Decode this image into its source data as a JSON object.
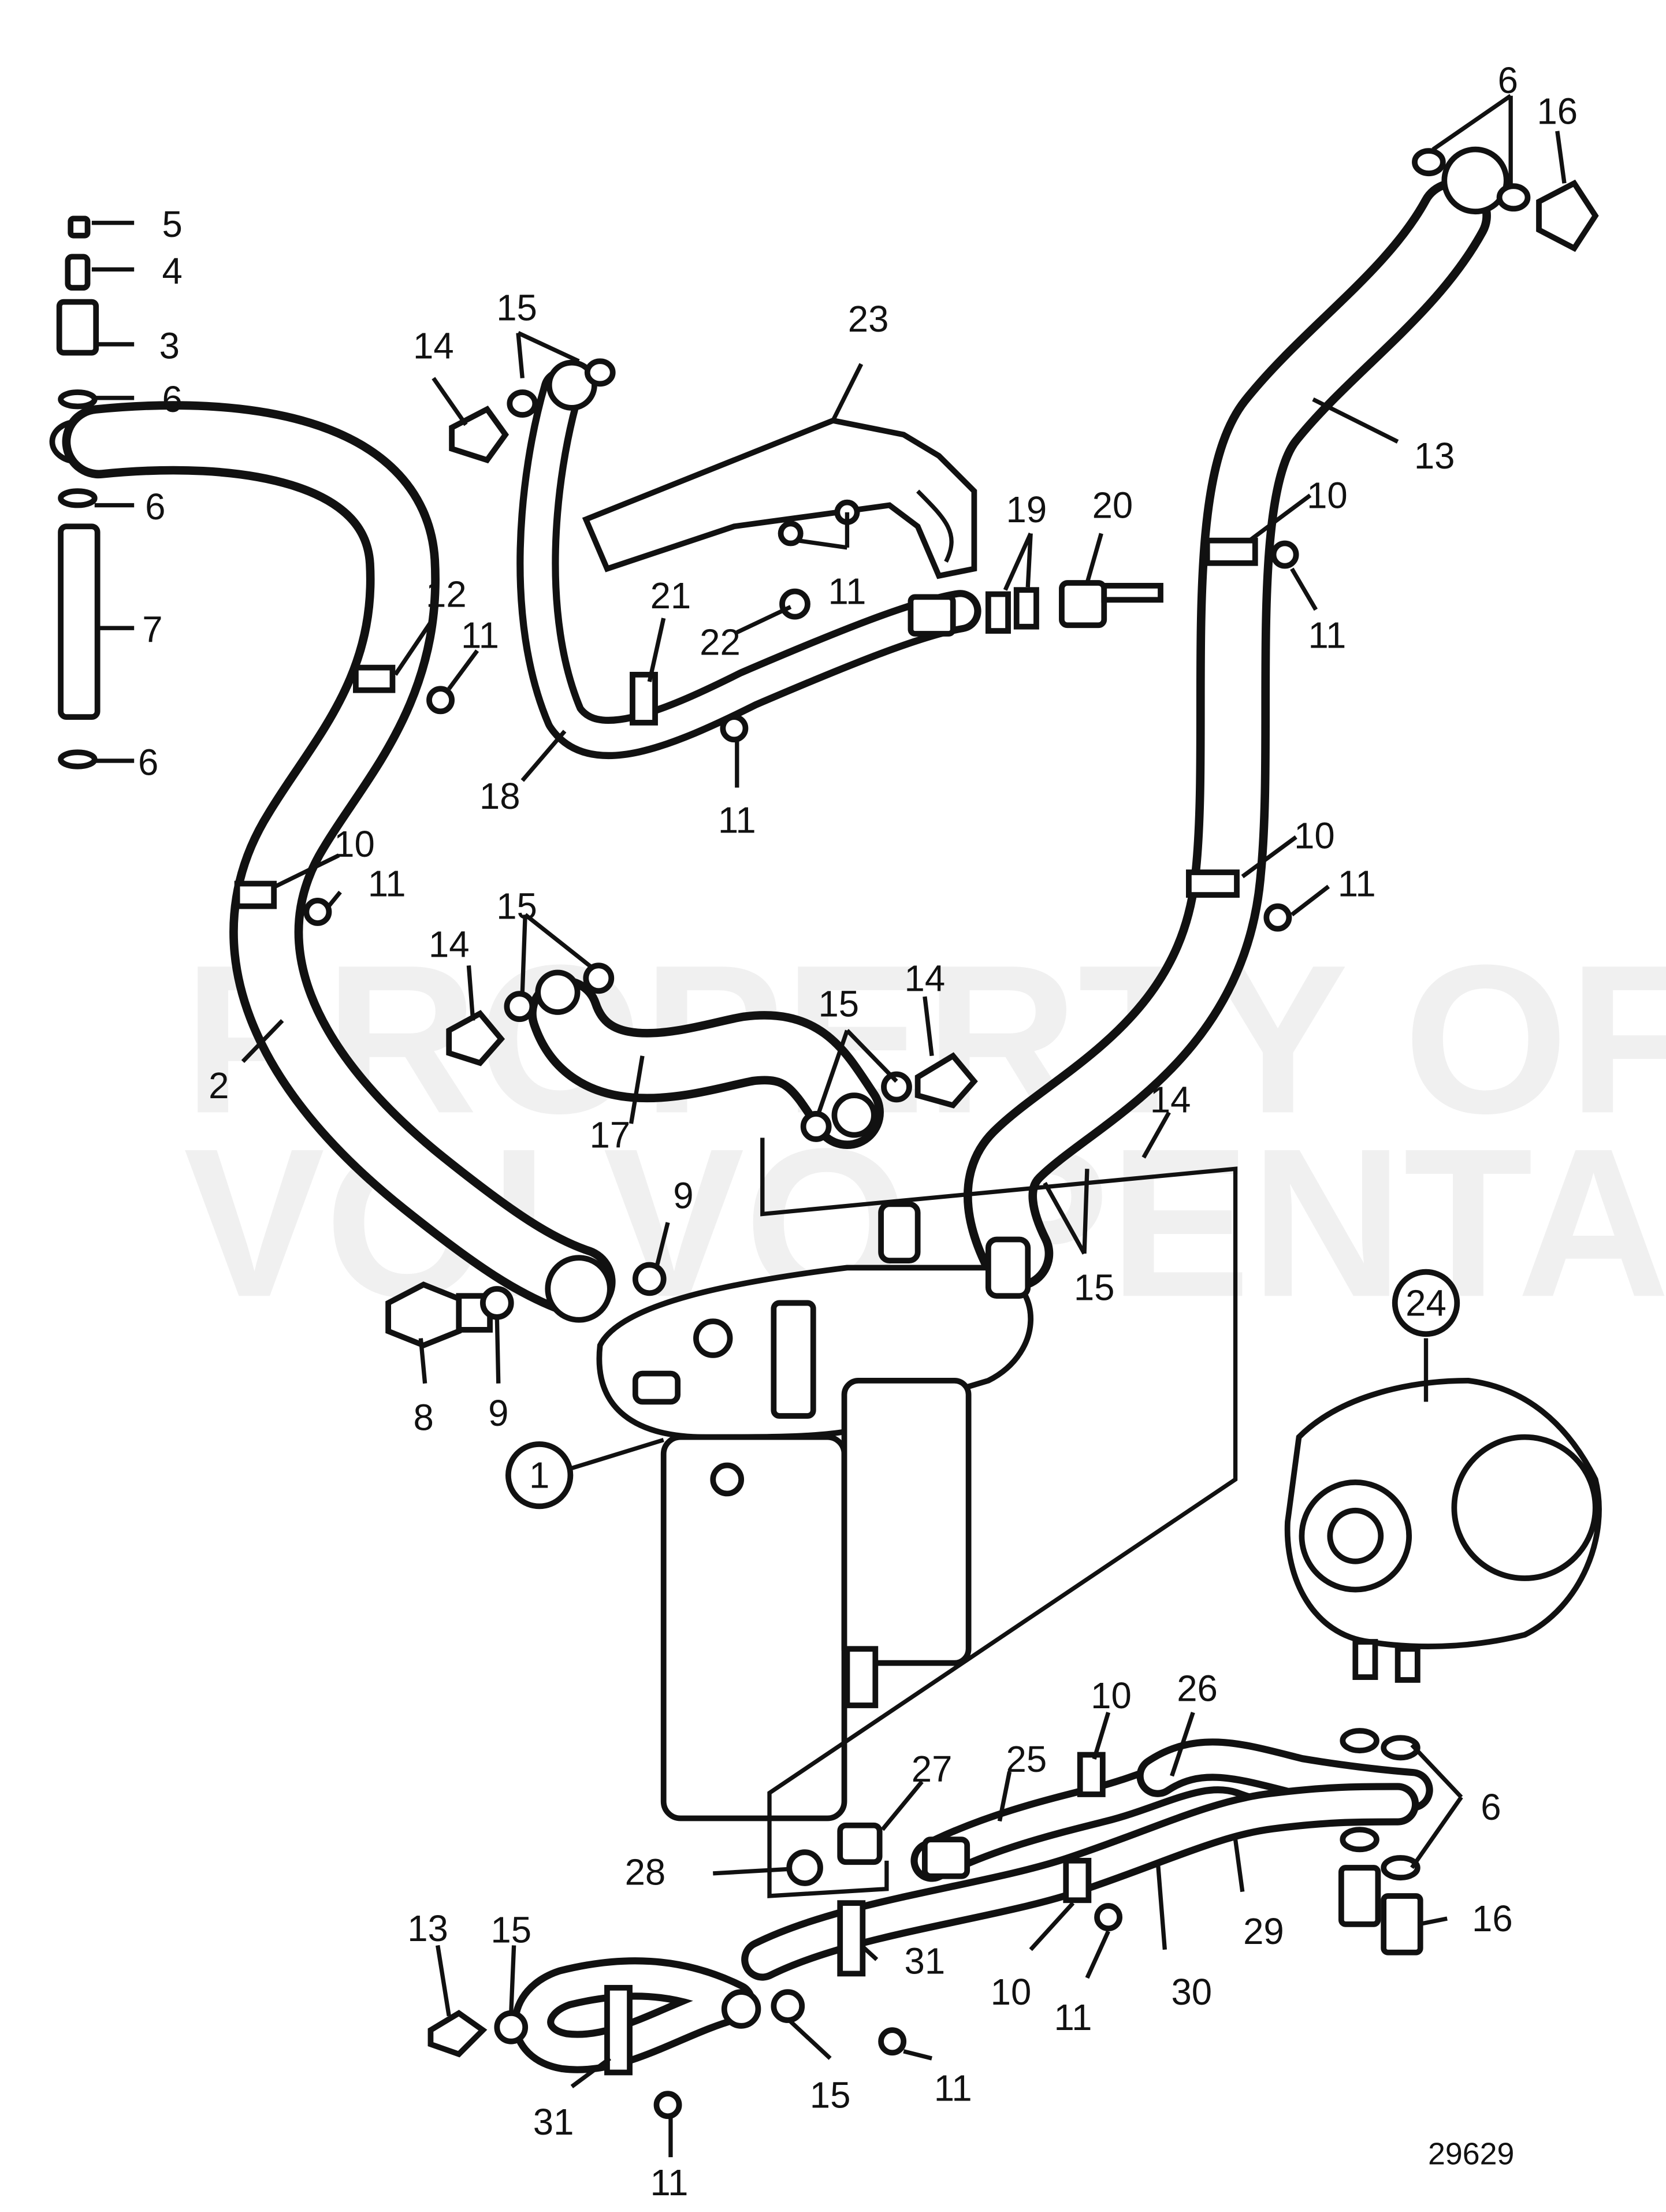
{
  "diagram": {
    "drawing_number": "29629",
    "watermark": [
      "PROPERTY OF",
      "VOLVO PENTA"
    ],
    "callouts": {
      "c5": "5",
      "c4": "4",
      "c3": "3",
      "c6a": "6",
      "c6b": "6",
      "c7": "7",
      "c6c": "6",
      "c15a": "15",
      "c14a": "14",
      "c23": "23",
      "c12": "12",
      "c11a": "11",
      "c21": "21",
      "c11b": "11",
      "c22": "22",
      "c19": "19",
      "c20": "20",
      "c18": "18",
      "c11c": "11",
      "c10a": "10",
      "c11d": "11",
      "c6d": "6",
      "c16a": "16",
      "c13a": "13",
      "c10b": "10",
      "c11e": "11",
      "c10c": "10",
      "c11f": "11",
      "c15b": "15",
      "c14b": "14",
      "c2": "2",
      "c15c": "15",
      "c14c": "14",
      "c17": "17",
      "c14d": "14",
      "c9a": "9",
      "c15d": "15",
      "c8": "8",
      "c9b": "9",
      "c24": "24",
      "c1": "1",
      "c10d": "10",
      "c26": "26",
      "c27": "27",
      "c25": "25",
      "c6e": "6",
      "c28": "28",
      "c13b": "13",
      "c15e": "15",
      "c31a": "31",
      "c29": "29",
      "c16b": "16",
      "c10e": "10",
      "c11g": "11",
      "c30": "30",
      "c15f": "15",
      "c11h": "11",
      "c31b": "31",
      "c11i": "11"
    }
  }
}
